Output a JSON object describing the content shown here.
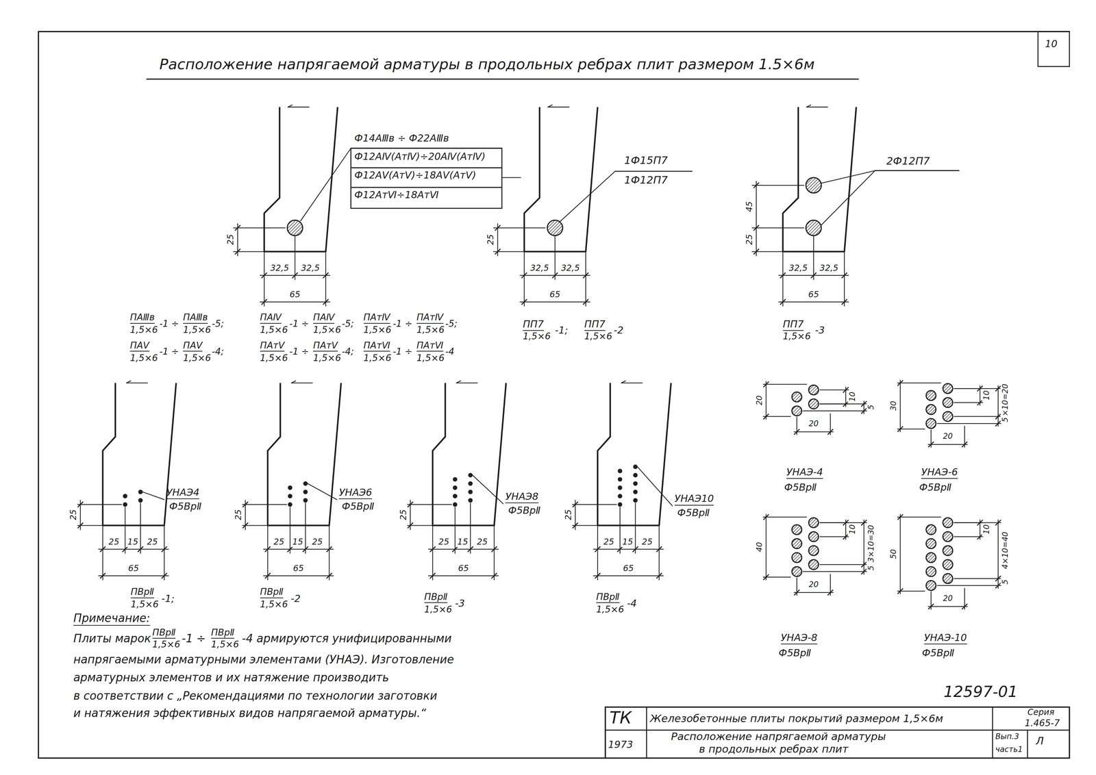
{
  "diagram": {
    "title": "Расположение напрягаемой арматуры в продольных ребрах плит размером 1.5×6м",
    "labels": [
      "10",
      "25",
      "32,5",
      "32,5",
      "65",
      "Ф14АⅢв ÷ Ф22АⅢв",
      "Ф12АⅣ(АтⅣ)÷20АⅣ(АтⅣ)",
      "Ф12АⅤ(АтⅤ)÷18АⅤ(АтⅤ)",
      "Ф12АтⅥ÷18АтⅥ",
      "1Ф15П7",
      "1Ф12П7",
      "25",
      "32,5",
      "32,5",
      "65",
      "2Ф12П7",
      "45",
      "25",
      "32,5",
      "32,5",
      "65",
      "ПАⅢв",
      "1,5×6",
      "-1 ÷",
      "ПАⅢв",
      "1,5×6",
      "-5;",
      "ПАⅣ",
      "1,5×6",
      "-1 ÷",
      "ПАⅣ",
      "1,5×6",
      "-5;",
      "ПАтⅣ",
      "1,5×6",
      "-1 ÷",
      "ПАтⅣ",
      "1,5×6",
      "-5;",
      "ПАⅤ",
      "1,5×6",
      "-1 ÷",
      "ПАⅤ",
      "1,5×6",
      "-4;",
      "ПАтⅤ",
      "1,5×6",
      "-1 ÷",
      "ПАтⅤ",
      "1,5×6",
      "-4;",
      "ПАтⅥ",
      "1,5×6",
      "-1 ÷",
      "ПАтⅥ",
      "1,5×6",
      "-4",
      "ПП7",
      "1,5×6",
      "-1;",
      "ПП7",
      "1,5×6",
      "-2",
      "ПП7",
      "1,5×6",
      "-3",
      "УНАЭ4",
      "Ф5ВрⅡ",
      "25",
      "25",
      "15",
      "25",
      "65",
      "ПВрⅡ",
      "1,5×6",
      "-1;",
      "УНАЭ6",
      "Ф5ВрⅡ",
      "25",
      "25",
      "15",
      "25",
      "65",
      "ПВрⅡ",
      "1,5×6",
      "-2",
      "УНАЭ8",
      "Ф5ВрⅡ",
      "25",
      "25",
      "15",
      "25",
      "65",
      "ПВрⅡ",
      "1,5×6",
      "-3",
      "УНАЭ10",
      "Ф5ВрⅡ",
      "25",
      "25",
      "15",
      "25",
      "65",
      "ПВрⅡ",
      "1,5×6",
      "-4",
      "Примечание:",
      "Плиты марок",
      "ПВрⅡ",
      "1,5×6",
      "-1 ÷",
      "ПВрⅡ",
      "1,5×6",
      "-4 армируются унифицированными",
      "напрягаемыми арматурными элементами (УНАЭ). Изготовление",
      "арматурных элементов и их натяжение производить",
      "в соответствии с „Рекомендациями по технологии заготовки",
      "и натяжения эффективных видов напрягаемой арматуры.“",
      "20",
      "10",
      "5",
      "20",
      "УНАЭ-4",
      "Ф5ВрⅡ",
      "30",
      "10",
      "2×10=20",
      "5",
      "20",
      "УНАЭ-6",
      "Ф5ВрⅡ",
      "40",
      "10",
      "3×10=30",
      "5",
      "20",
      "УНАЭ-8",
      "Ф5ВрⅡ",
      "50",
      "10",
      "4×10=40",
      "5",
      "20",
      "УНАЭ-10",
      "Ф5ВрⅡ",
      "12597-01",
      "ТК",
      "Железобетонные плиты покрытий размером 1,5×6м",
      "Серия",
      "1.465-7",
      "1973",
      "Расположение напрягаемой арматуры",
      "в продольных ребрах плит",
      "Вып.3",
      "часть1",
      "Л"
    ]
  }
}
